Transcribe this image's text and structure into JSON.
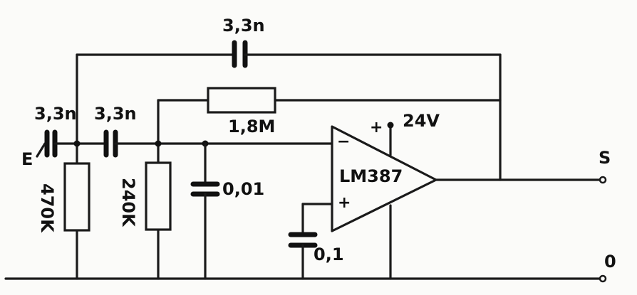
{
  "labels": {
    "c_feedback": "3,3n",
    "c_input": "3,3n",
    "c_series": "3,3n",
    "r_feedback": "1,8M",
    "r_shunt_1": "470K",
    "r_shunt_2": "240K",
    "c_shunt": "0,01",
    "c_bypass": "0,1",
    "opamp": "LM387",
    "supply": "24V",
    "minus_sign": "−",
    "plus_sign": "+",
    "supply_sign": "+",
    "input_terminal": "E",
    "output_terminal": "S",
    "ground_terminal": "0"
  }
}
